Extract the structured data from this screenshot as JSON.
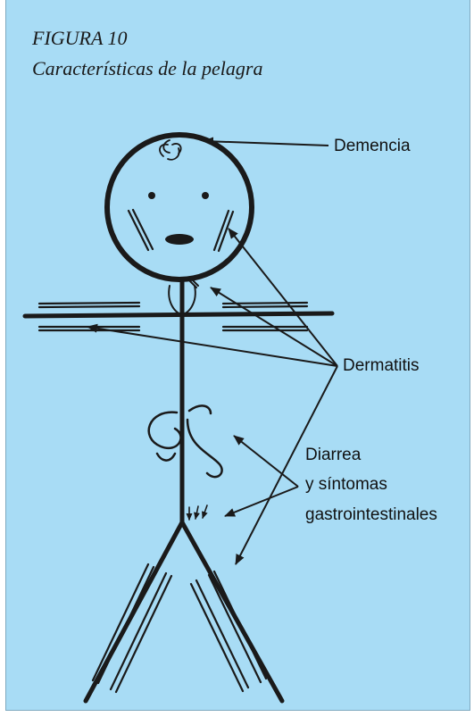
{
  "figure": {
    "number": "FIGURA 10",
    "title": "Características de la pelagra"
  },
  "labels": {
    "dementia": "Demencia",
    "dermatitis": "Dermatitis",
    "diarrhea_line1": "Diarrea",
    "diarrhea_line2": "y síntomas",
    "diarrhea_line3": "gastrointestinales"
  },
  "colors": {
    "background": "#a8dcf5",
    "ink": "#1a1a1a"
  }
}
